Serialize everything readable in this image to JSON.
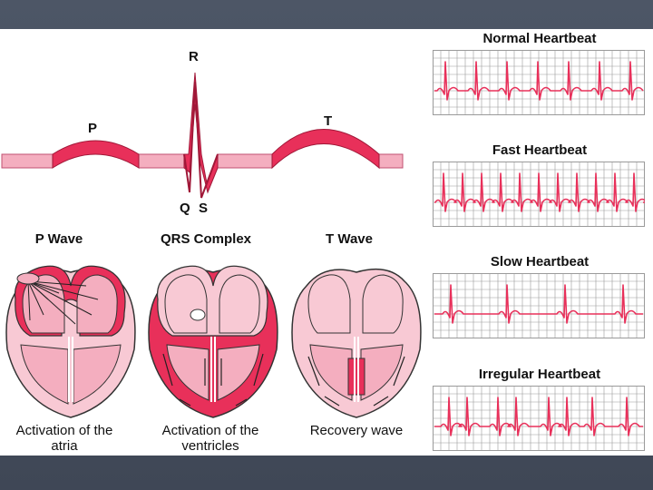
{
  "colors": {
    "accent": "#e8305a",
    "light_pink": "#f4aebf",
    "pale_pink": "#f8c9d4",
    "grid": "#9a9a9a",
    "background": "#ffffff",
    "slide": "#4a5568"
  },
  "waveform": {
    "labels": {
      "p": "P",
      "r": "R",
      "q": "Q",
      "s": "S",
      "t": "T"
    }
  },
  "phases": [
    {
      "heading": "P Wave",
      "caption_line1": "Activation of the",
      "caption_line2": "atria"
    },
    {
      "heading": "QRS Complex",
      "caption_line1": "Activation of the",
      "caption_line2": "ventricles"
    },
    {
      "heading": "T Wave",
      "caption_line1": "Recovery wave",
      "caption_line2": ""
    }
  ],
  "ekg_strips": [
    {
      "title": "Normal Heartbeat"
    },
    {
      "title": "Fast Heartbeat"
    },
    {
      "title": "Slow Heartbeat"
    },
    {
      "title": "Irregular Heartbeat"
    }
  ]
}
